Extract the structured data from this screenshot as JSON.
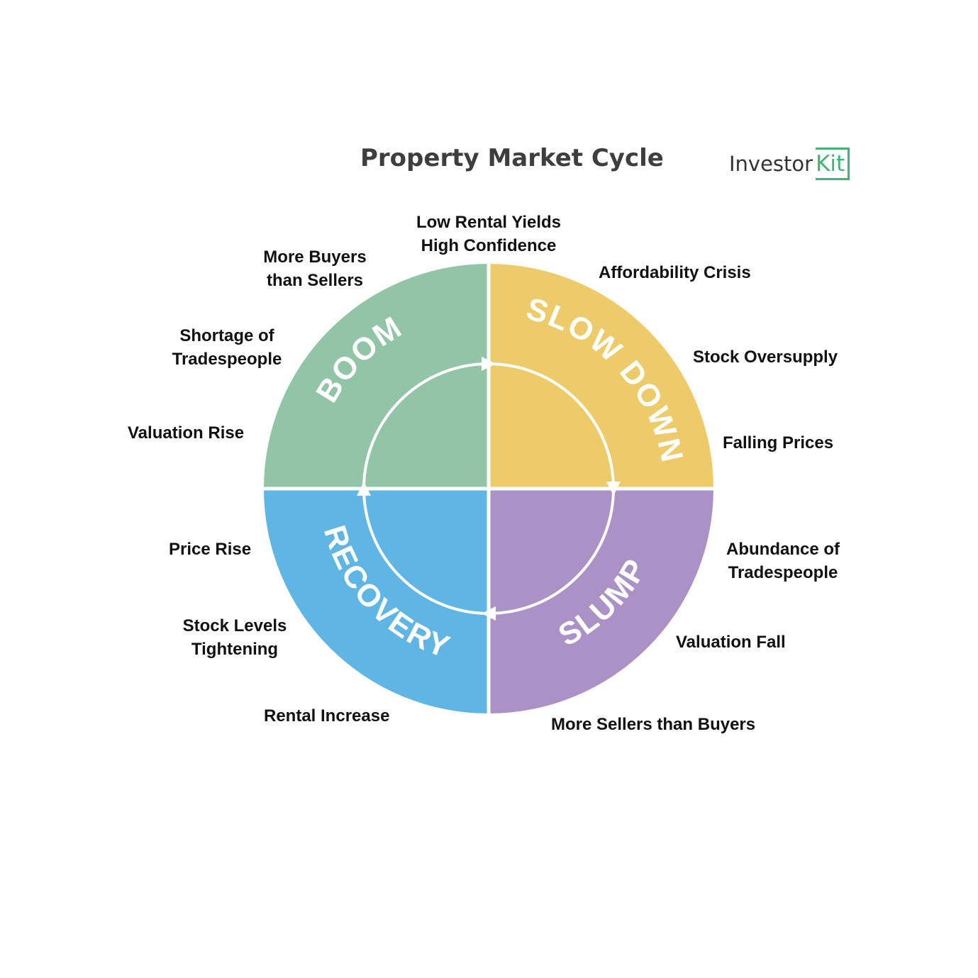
{
  "title": "Property Market Cycle",
  "logo": {
    "main": "Investor",
    "accent": "Kit",
    "accent_color": "#3fb56f"
  },
  "phases": {
    "boom": {
      "label": "BOOM",
      "color": "#92c4a8"
    },
    "slow_down": {
      "label": "SLOW DOWN",
      "color": "#eecb6a"
    },
    "slump": {
      "label": "SLUMP",
      "color": "#aa91c6"
    },
    "recovery": {
      "label": "RECOVERY",
      "color": "#5fb5e4"
    }
  },
  "factors": {
    "top": [
      "Low Rental Yields",
      "High Confidence"
    ],
    "boom": [
      [
        "More Buyers",
        "than Sellers"
      ],
      [
        "Shortage of",
        "Tradespeople"
      ],
      [
        "Valuation Rise"
      ]
    ],
    "slow_down": [
      [
        "Affordability Crisis"
      ],
      [
        "Stock Oversupply"
      ],
      [
        "Falling Prices"
      ]
    ],
    "slump": [
      [
        "Abundance of",
        "Tradespeople"
      ],
      [
        "Valuation Fall"
      ],
      [
        "More Sellers than Buyers"
      ]
    ],
    "recovery": [
      [
        "Price Rise"
      ],
      [
        "Stock Levels",
        "Tightening"
      ],
      [
        "Rental Increase"
      ]
    ]
  }
}
